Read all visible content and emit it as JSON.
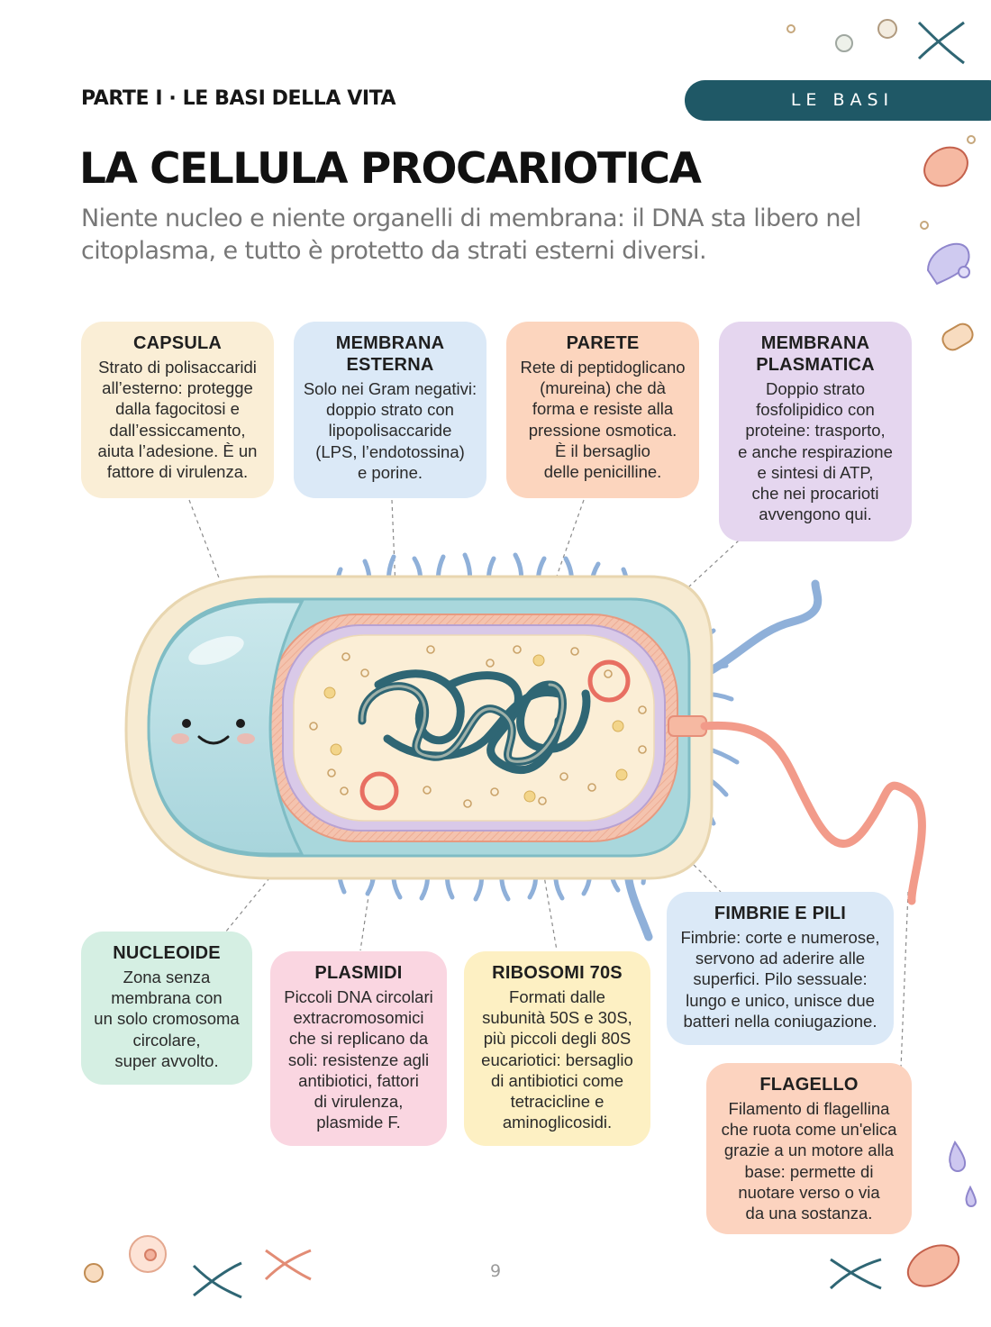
{
  "header": {
    "kicker": "PARTE I · LE BASI DELLA VITA",
    "section_label": "LE BASI"
  },
  "title": "LA CELLULA PROCARIOTICA",
  "subtitle": "Niente nucleo e niente organelli di membrana: il DNA sta libero nel citoplasma, e tutto è protetto da strati esterni diversi.",
  "cards": {
    "capsula": {
      "title": "CAPSULA",
      "lines": [
        "Strato di polisaccaridi",
        "all’esterno: protegge",
        "dalla fagocitosi e",
        "dall’essiccamento,",
        "aiuta l’adesione. È un",
        "fattore di virulenza."
      ],
      "color": "#faeed6"
    },
    "membrana_esterna": {
      "title_lines": [
        "MEMBRANA",
        "ESTERNA"
      ],
      "lines": [
        "Solo nei Gram negativi:",
        "doppio strato con",
        "lipopolisaccaride",
        "(LPS, l’endotossina)",
        "e porine."
      ],
      "color": "#dbe9f7"
    },
    "parete": {
      "title": "PARETE",
      "lines": [
        "Rete di peptidoglicano",
        "(mureina) che dà",
        "forma e resiste alla",
        "pressione osmotica.",
        "È il bersaglio",
        "delle penicilline."
      ],
      "color": "#fcd5be"
    },
    "membrana_plasmatica": {
      "title_lines": [
        "MEMBRANA",
        "PLASMATICA"
      ],
      "lines": [
        "Doppio strato",
        "fosfolipidico con",
        "proteine: trasporto,",
        "e anche respirazione",
        "e sintesi di ATP,",
        "che nei procarioti",
        "avvengono qui."
      ],
      "color": "#e5d6ef"
    },
    "nucleoide": {
      "title": "NUCLEOIDE",
      "lines": [
        "Zona senza",
        "membrana con",
        "un solo cromosoma",
        "circolare,",
        "super avvolto."
      ],
      "color": "#d5efe3"
    },
    "plasmidi": {
      "title": "PLASMIDI",
      "lines": [
        "Piccoli DNA circolari",
        "extracromosomici",
        "che si replicano da",
        "soli: resistenze agli",
        "antibiotici, fattori",
        "di virulenza,",
        "plasmide F."
      ],
      "color": "#fad6e1"
    },
    "ribosomi": {
      "title": "RIBOSOMI 70S",
      "lines": [
        "Formati dalle",
        "subunità 50S e 30S,",
        "più piccoli degli 80S",
        "eucariotici: bersaglio",
        "di antibiotici come",
        "tetracicline e",
        "aminoglicosidi."
      ],
      "color": "#fdf0c3"
    },
    "fimbrie": {
      "title": "FIMBRIE E PILI",
      "lines": [
        "Fimbrie: corte e numerose,",
        "servono ad aderire alle",
        "superfici. Pilo sessuale:",
        "lungo e unico, unisce due",
        "batteri nella coniugazione."
      ],
      "color": "#dbe9f7"
    },
    "flagello": {
      "title": "FLAGELLO",
      "lines": [
        "Filamento di flagellina",
        "che ruota come un'elica",
        "grazie a un motore alla",
        "base: permette di",
        "nuotare verso o via",
        "da una sostanza."
      ],
      "color": "#fcd3bf"
    }
  },
  "page_number": "9",
  "colors": {
    "accent": "#1f5866",
    "dna": "#2f6674",
    "cytoplasm": "#fbeed6",
    "capsule": "#f7ebd2",
    "membrane": "#d2c2e3",
    "wall": "#f6b9a2",
    "outer_membrane": "#9fd0d4",
    "pili": "#8fb0d9",
    "flagellum": "#f29b8a",
    "cell_face": "#b9e1e6"
  }
}
